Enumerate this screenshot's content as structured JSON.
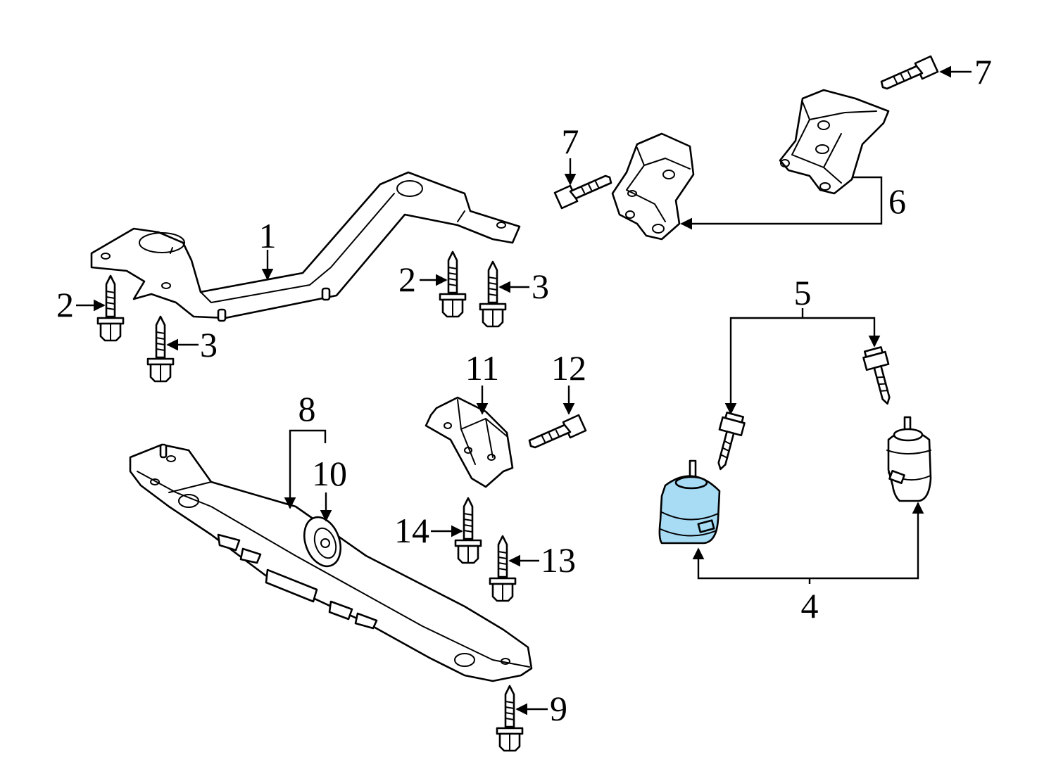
{
  "diagram": {
    "callouts": {
      "c1": "1",
      "c2a": "2",
      "c2b": "2",
      "c3a": "3",
      "c3b": "3",
      "c4": "4",
      "c5": "5",
      "c6": "6",
      "c7a": "7",
      "c7b": "7",
      "c8": "8",
      "c9": "9",
      "c10": "10",
      "c11": "11",
      "c12": "12",
      "c13": "13",
      "c14": "14"
    },
    "colors": {
      "line": "#000000",
      "background": "#ffffff",
      "highlight": "#a8dcf5"
    }
  }
}
